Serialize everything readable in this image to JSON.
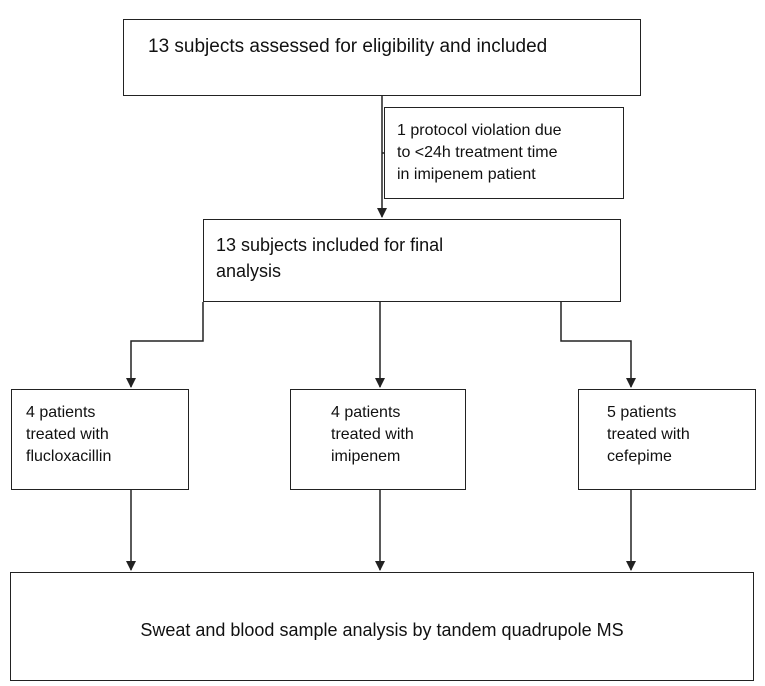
{
  "boxes": {
    "assessed": "13 subjects assessed for eligibility and included",
    "violation": [
      "1 protocol violation due",
      "to <24h treatment time",
      "in imipenem patient"
    ],
    "final": [
      "13 subjects included for final",
      "analysis"
    ],
    "flucloxacillin": [
      "4 patients",
      "treated with",
      "flucloxacillin"
    ],
    "imipenem": [
      "4 patients",
      "treated with",
      "imipenem"
    ],
    "cefepime": [
      "5 patients",
      "treated with",
      "cefepime"
    ],
    "analysis": "Sweat and blood sample analysis by tandem quadrupole MS"
  },
  "colors": {
    "line": "#222222",
    "background": "#ffffff",
    "text": "#111111"
  }
}
